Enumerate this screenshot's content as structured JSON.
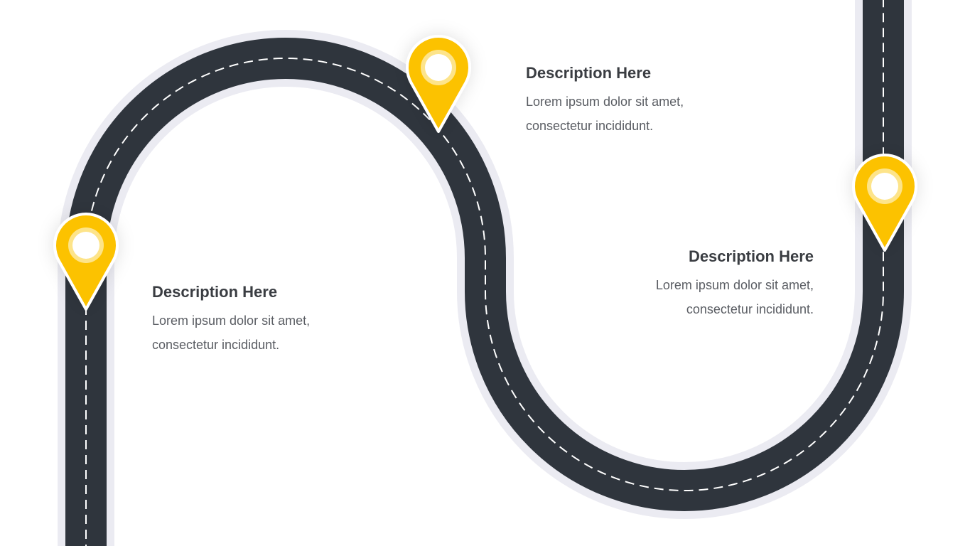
{
  "colors": {
    "road": "#2f353d",
    "halo": "#ebebf2",
    "pin": "#fcc200",
    "pin_ring": "#fde48a",
    "heading": "#3a3d42",
    "body": "#5a5d63"
  },
  "milestones": [
    {
      "icon": "map-pin-icon",
      "title": "Description Here",
      "line1": "Lorem ipsum dolor sit amet,",
      "line2": "consectetur incididunt."
    },
    {
      "icon": "map-pin-icon",
      "title": "Description Here",
      "line1": "Lorem ipsum dolor sit amet,",
      "line2": "consectetur incididunt."
    },
    {
      "icon": "map-pin-icon",
      "title": "Description Here",
      "line1": "Lorem ipsum dolor sit amet,",
      "line2": "consectetur incididunt."
    }
  ]
}
